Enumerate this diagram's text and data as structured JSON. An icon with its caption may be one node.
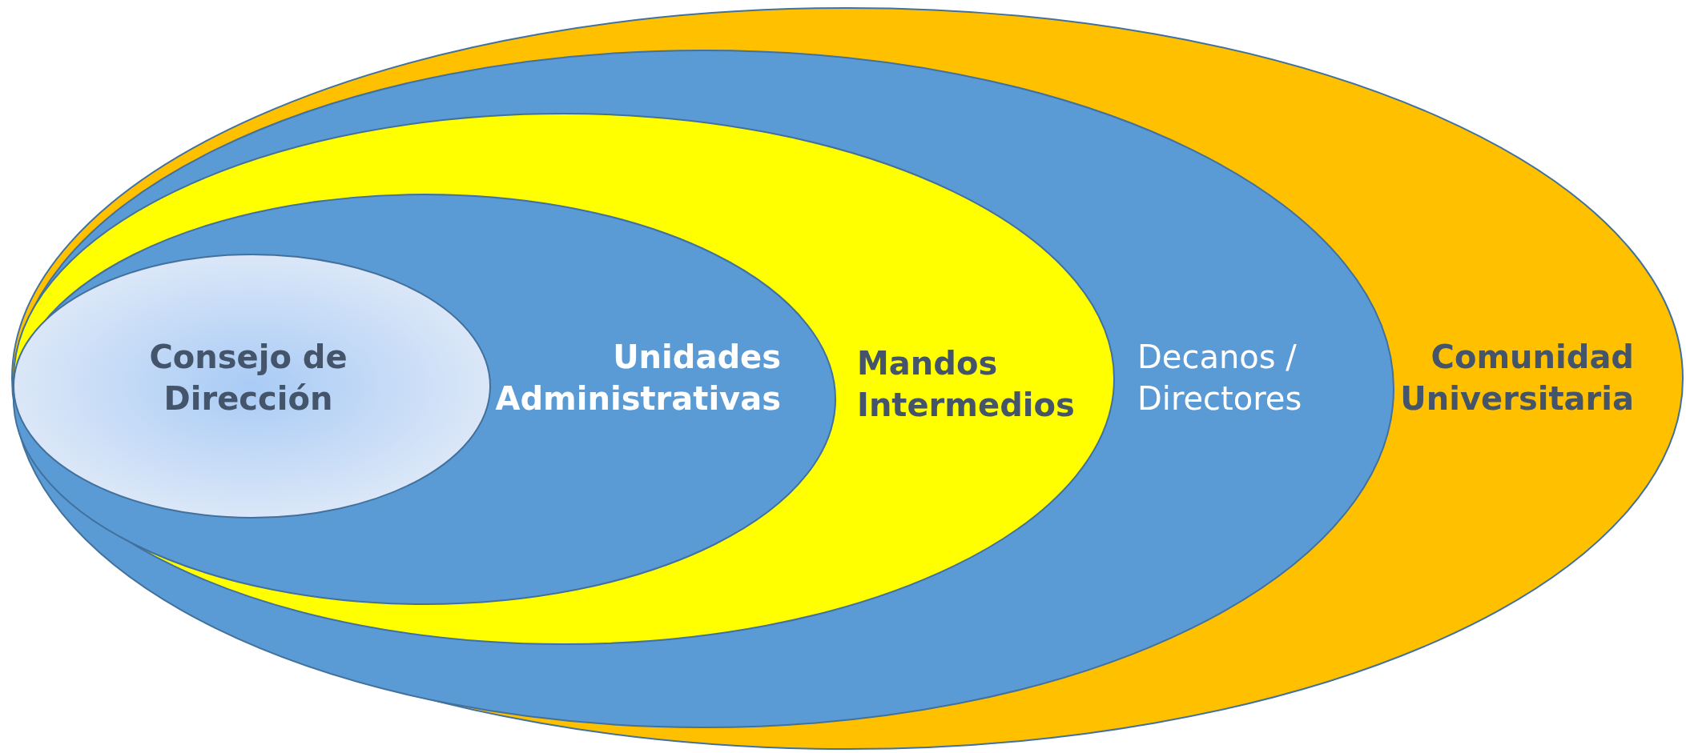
{
  "diagram": {
    "nodes": [
      {
        "text": [
          "Comunidad Universitaria"
        ]
      },
      {
        "text": [
          "Decanos / Directores"
        ],
        "in": 0
      },
      {
        "text": [
          "Mandos Intermedios"
        ],
        "in": 1
      },
      {
        "text": [
          "Unidades Administrativas"
        ],
        "in": 2
      },
      {
        "text": [
          "Consejo de Dirección"
        ],
        "in": 3
      }
    ]
  }
}
